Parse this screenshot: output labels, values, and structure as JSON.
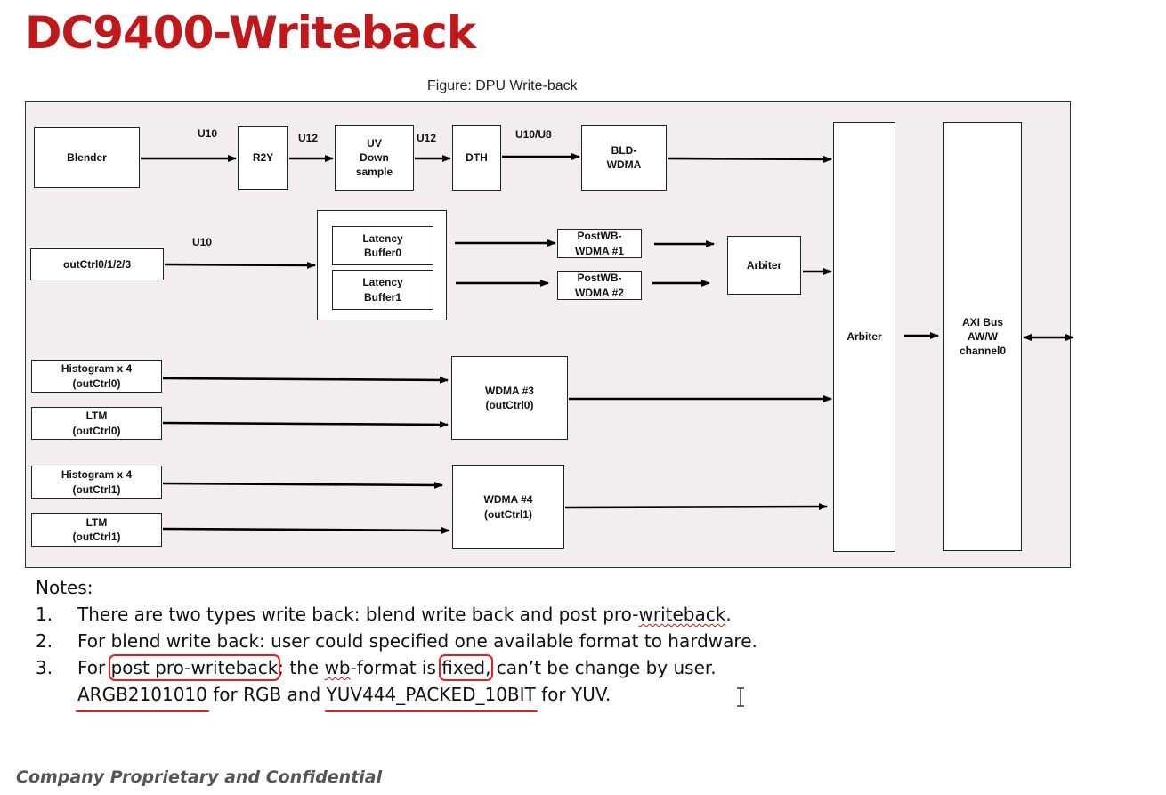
{
  "slide": {
    "title": "DC9400-Writeback",
    "footer": "Company Proprietary and Confidential"
  },
  "figure": {
    "caption": "Figure: DPU Write-back",
    "blocks": {
      "blender": "Blender",
      "r2y": "R2Y",
      "uv_downsample": "UV\nDown\nsample",
      "dth": "DTH",
      "bld_wdma": "BLD-\nWDMA",
      "outctrl": "outCtrl0/1/2/3",
      "latency_buffer0": "Latency\nBuffer0",
      "latency_buffer1": "Latency\nBuffer1",
      "postwb_wdma1": "PostWB-\nWDMA #1",
      "postwb_wdma2": "PostWB-\nWDMA #2",
      "arbiter_small": "Arbiter",
      "histogram0": "Histogram x 4\n(outCtrl0)",
      "ltm0": "LTM\n(outCtrl0)",
      "wdma3": "WDMA #3\n(outCtrl0)",
      "histogram1": "Histogram x 4\n(outCtrl1)",
      "ltm1": "LTM\n(outCtrl1)",
      "wdma4": "WDMA #4\n(outCtrl1)",
      "arbiter_main": "Arbiter",
      "axi_bus": "AXI Bus\nAW/W\nchannel0"
    },
    "labels": {
      "blender_r2y": "U10",
      "r2y_uv": "U12",
      "uv_dth": "U12",
      "dth_bld": "U10/U8",
      "outctrl_latency": "U10"
    }
  },
  "notes": {
    "heading": "Notes:",
    "items": [
      {
        "num": "1.",
        "part1": "There are two types write back: blend write back and post pro-",
        "part1_squiggle": "writeback",
        "part1_end": "."
      },
      {
        "num": "2.",
        "text": "For blend write back: user could specified one available format to hardware."
      },
      {
        "num": "3.",
        "pre": "For ",
        "boxed1": "post pro-writeback",
        "mid1": "; the ",
        "squiggle": "wb",
        "mid2": "-format is ",
        "boxed2": "fixed,",
        "post": " can’t be change by user.",
        "line2_fmt1": "ARGB2101010",
        "line2_mid": " for RGB and ",
        "line2_fmt2": "YUV444_PACKED_10BIT",
        "line2_end": " for YUV."
      }
    ]
  },
  "colors": {
    "title_red": "#c0191c",
    "annotation_red": "#e81d1d",
    "diagram_bg": "#f2eef0"
  }
}
